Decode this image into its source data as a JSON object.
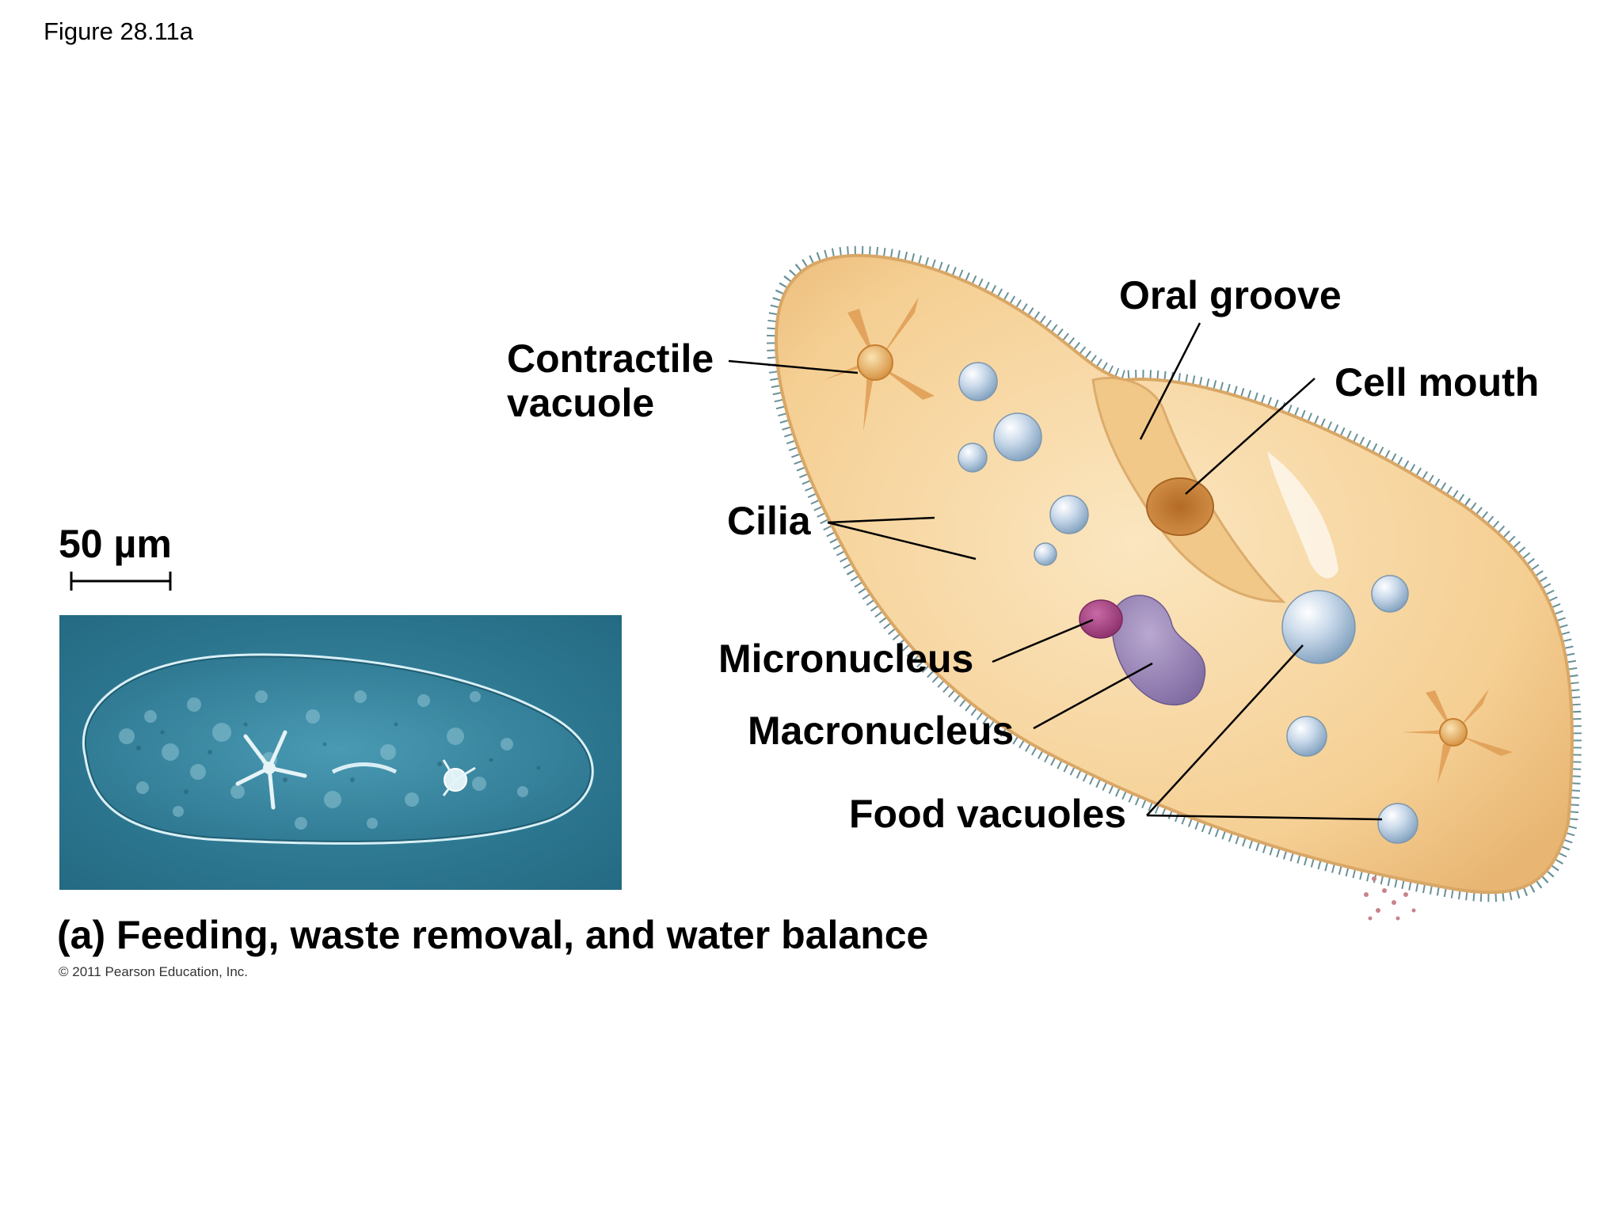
{
  "figure": {
    "label": "Figure 28.11a",
    "caption": "(a) Feeding, waste removal, and water balance",
    "copyright": "© 2011 Pearson Education, Inc."
  },
  "scale_bar": {
    "text": "50 µm"
  },
  "labels": {
    "contractile_vacuole_line1": "Contractile",
    "contractile_vacuole_line2": "vacuole",
    "oral_groove": "Oral groove",
    "cell_mouth": "Cell mouth",
    "cilia": "Cilia",
    "micronucleus": "Micronucleus",
    "macronucleus": "Macronucleus",
    "food_vacuoles": "Food vacuoles"
  },
  "colors": {
    "cell_body": "#f6d29a",
    "cell_outline": "#d9a766",
    "cilia": "#4f7e86",
    "micronucleus": "#a0417e",
    "macronucleus": "#9a85b5",
    "vacuole": "#b8cde2",
    "micrograph_bg": "#2f7a94"
  }
}
